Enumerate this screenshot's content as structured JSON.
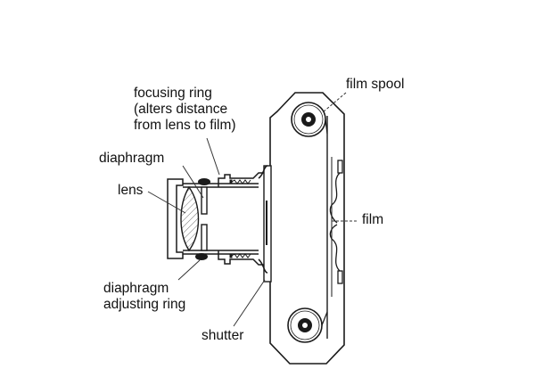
{
  "diagram": {
    "type": "camera-cross-section",
    "labels": {
      "focusing_ring": [
        "focusing ring",
        "(alters distance",
        "from lens to film)"
      ],
      "film_spool": "film spool",
      "diaphragm": "diaphragm",
      "lens": "lens",
      "film": "film",
      "diaphragm_adjusting_ring": [
        "diaphragm",
        "adjusting ring"
      ],
      "shutter": "shutter"
    },
    "colors": {
      "ink": "#1a1a1a",
      "leader": "#555555",
      "lens_hatch": "#777777",
      "background": "#ffffff"
    }
  }
}
